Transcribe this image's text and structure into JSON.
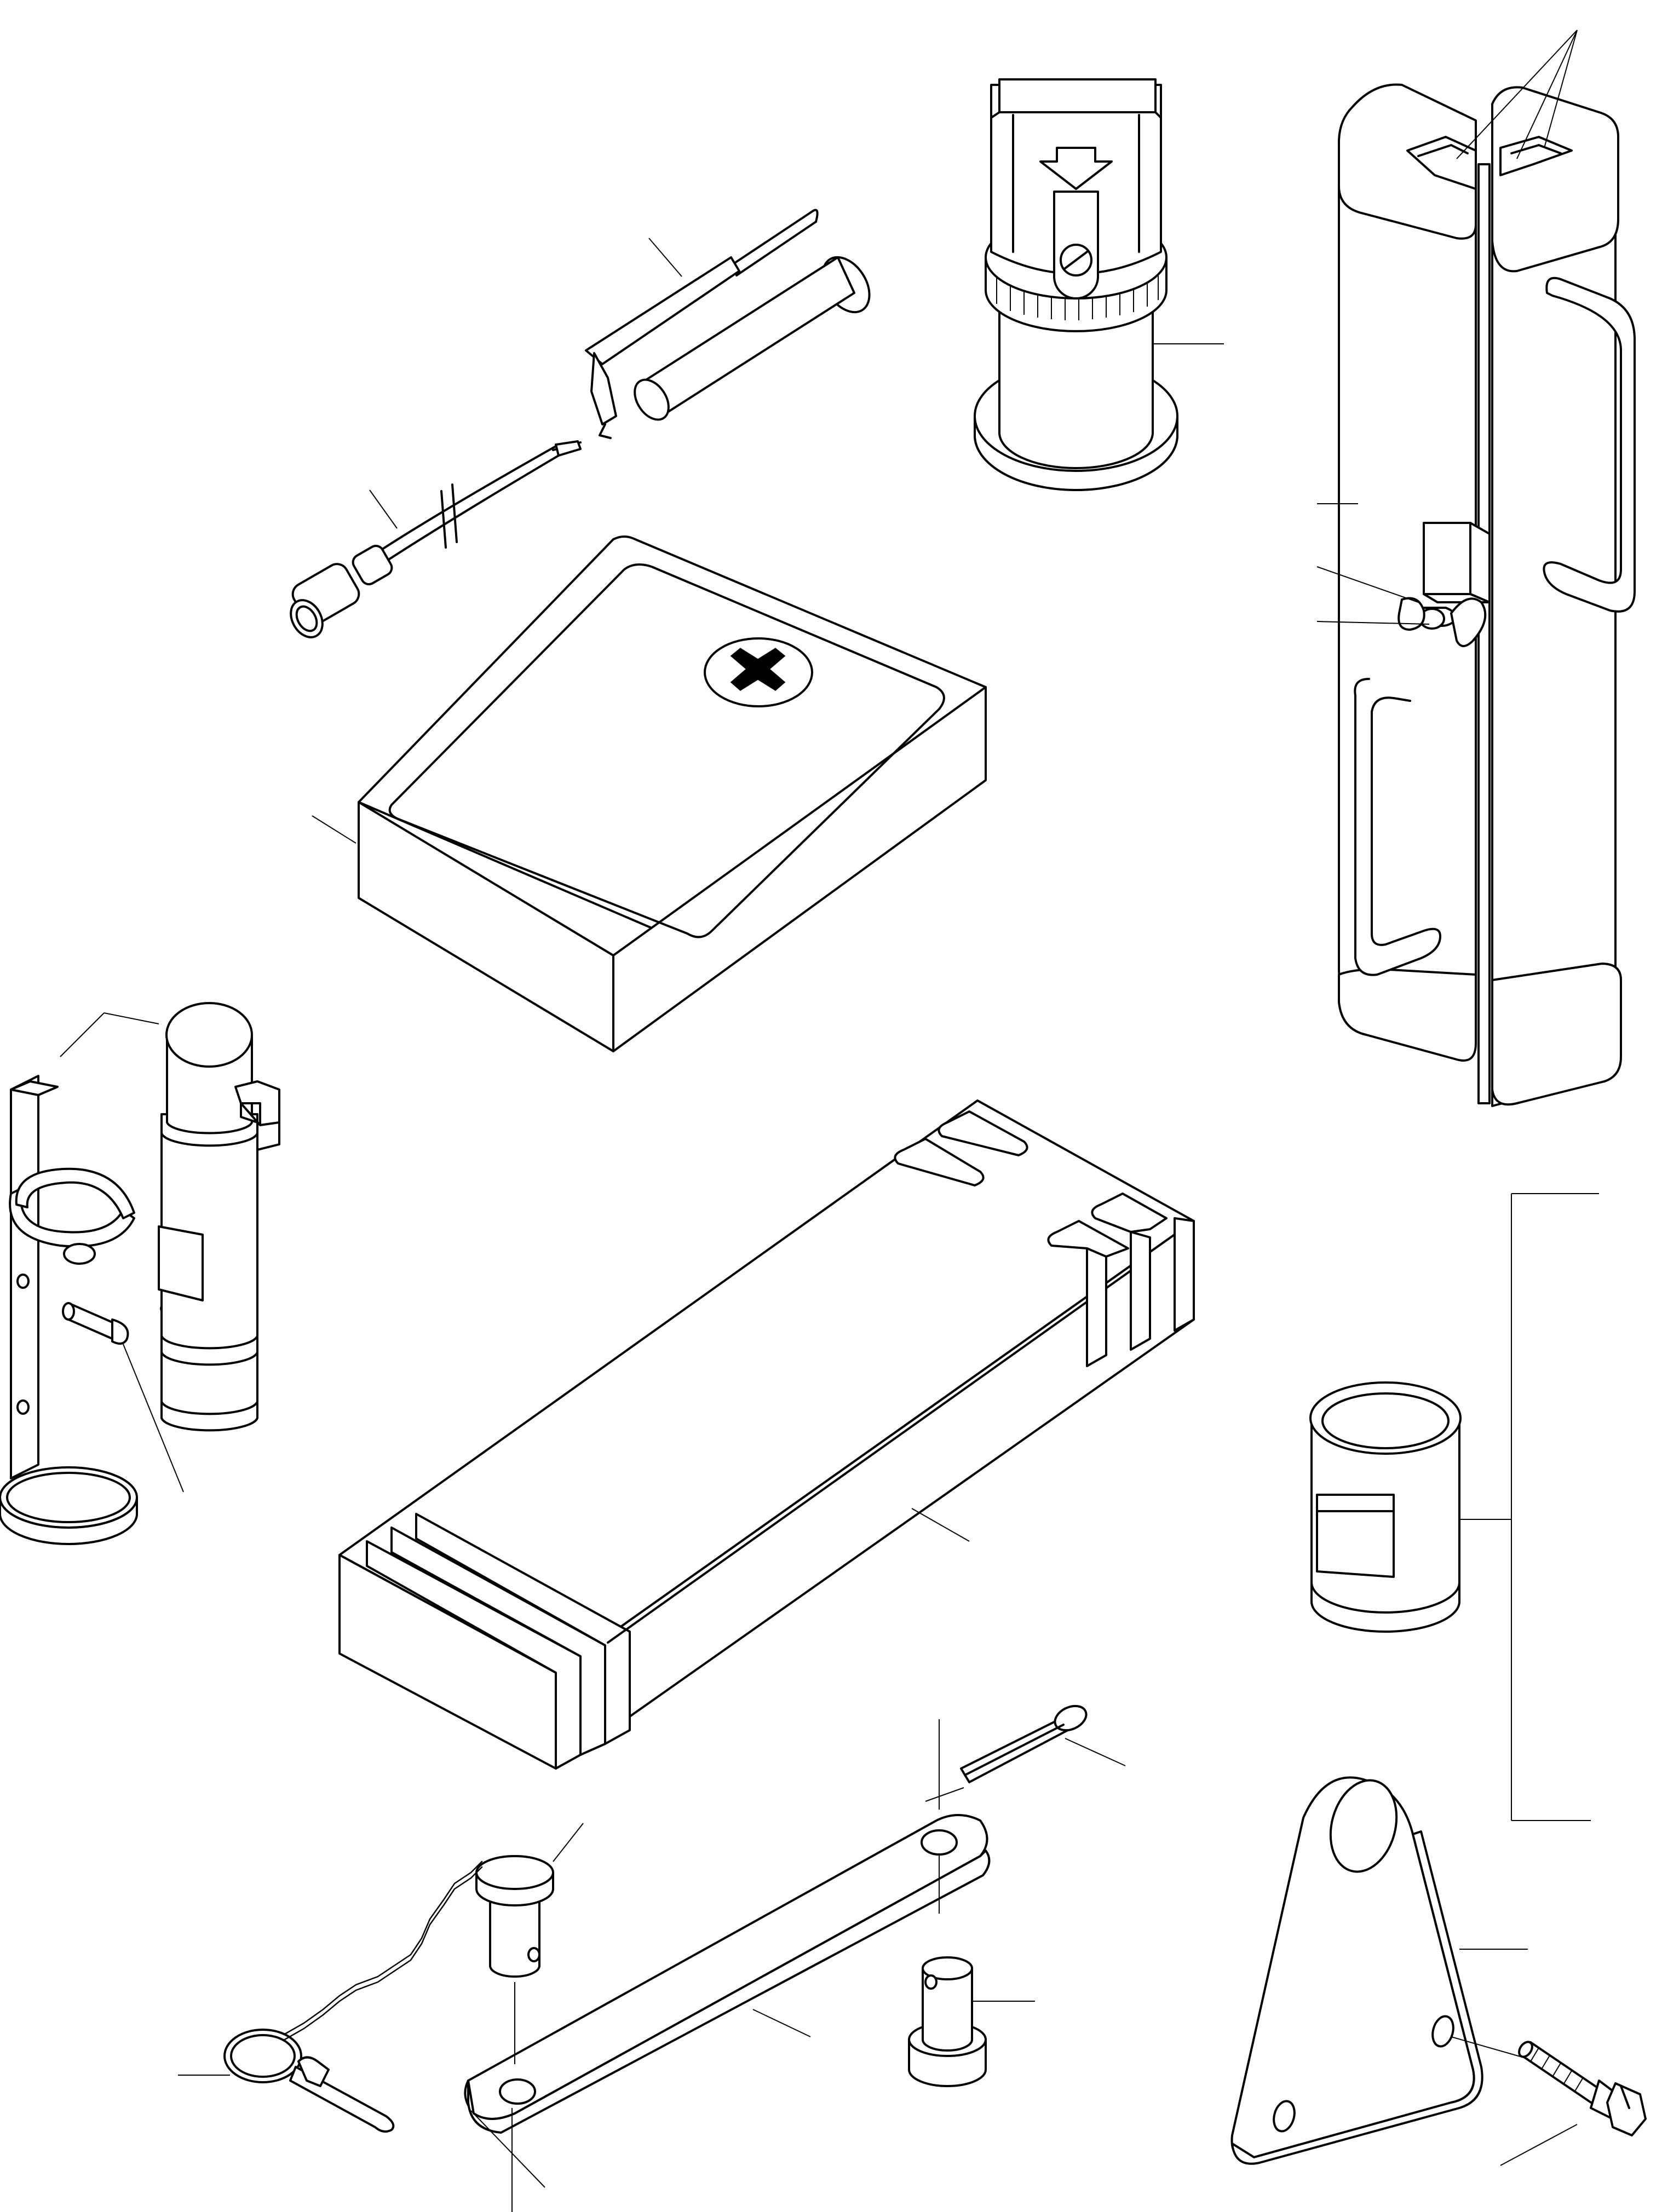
{
  "colors": {
    "line": "#000000",
    "paper": "#ffffff",
    "first_aid_cross": "#000000"
  },
  "parts": [
    {
      "name": "grease-gun",
      "icon": "grease-gun-icon"
    },
    {
      "name": "grease-hose",
      "icon": "hose-icon"
    },
    {
      "name": "warning-beacon",
      "icon": "beacon-icon"
    },
    {
      "name": "first-aid-kit",
      "icon": "first-aid-cross-icon"
    },
    {
      "name": "folding-case",
      "icon": "case-icon"
    },
    {
      "name": "fire-extinguisher",
      "icon": "extinguisher-icon"
    },
    {
      "name": "extinguisher-bracket",
      "icon": "bracket-icon"
    },
    {
      "name": "tool-roll",
      "icon": "tool-roll-icon"
    },
    {
      "name": "paint-tin",
      "icon": "tin-icon"
    },
    {
      "name": "towing-bar",
      "icon": "tow-bar-icon"
    },
    {
      "name": "towing-eye",
      "icon": "towing-eye-icon"
    },
    {
      "name": "lynch-pin",
      "icon": "lynch-pin-icon"
    },
    {
      "name": "clevis-pin",
      "icon": "clevis-pin-icon"
    },
    {
      "name": "split-pin",
      "icon": "split-pin-icon"
    },
    {
      "name": "bolt",
      "icon": "bolt-icon"
    }
  ]
}
